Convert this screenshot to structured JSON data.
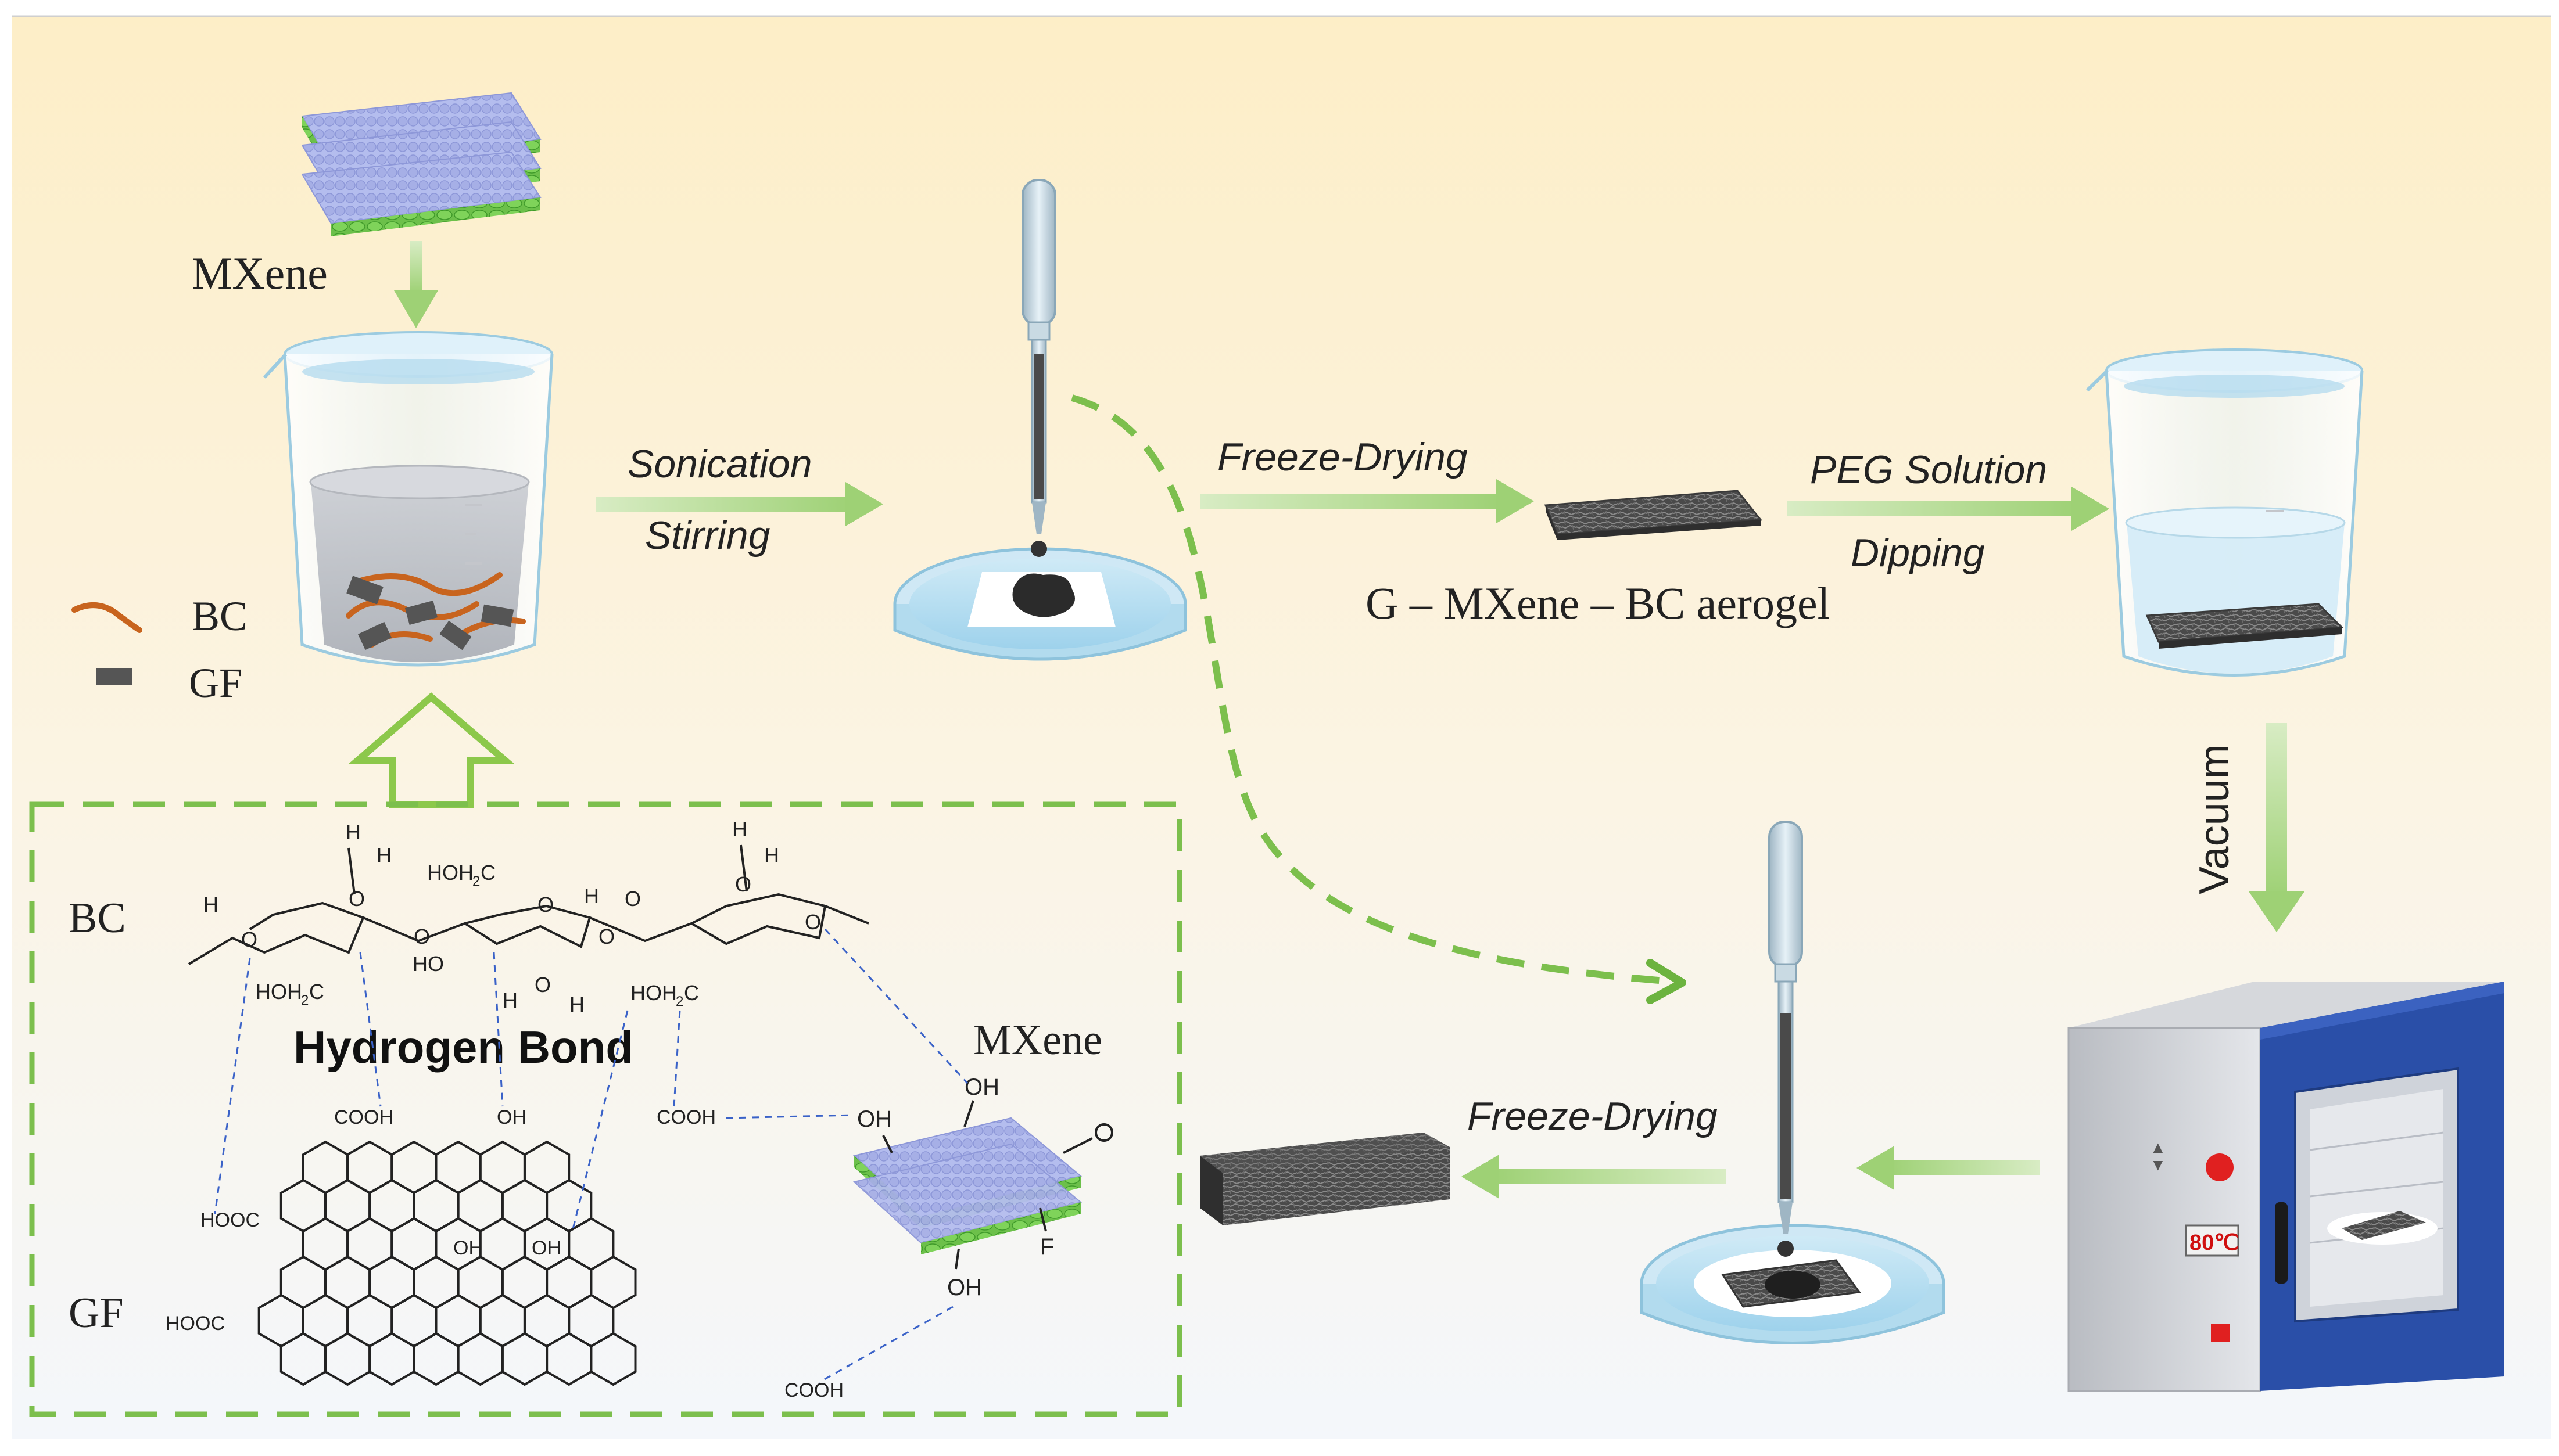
{
  "labels": {
    "mxene_top": "MXene",
    "bc_legend": "BC",
    "gf_legend": "GF",
    "sonication": "Sonication",
    "stirring": "Stirring",
    "freeze_drying_top": "Freeze-Drying",
    "aerogel": "G – MXene – BC aerogel",
    "peg_solution": "PEG Solution",
    "dipping": "Dipping",
    "vacuum": "Vacuum",
    "freeze_drying_bottom": "Freeze-Drying",
    "oven_temp": "80℃"
  },
  "structure": {
    "bc_label": "BC",
    "gf_label": "GF",
    "hydrogen_bond": "Hydrogen  Bond",
    "mxene_label": "MXene",
    "groups": {
      "h": "H",
      "o": "O",
      "hoh2c": "HOH",
      "hoh2c_sub": "2",
      "hoh2c_c": "C",
      "ho": "HO",
      "oh": "OH",
      "cooh": "COOH",
      "hooc": "HOOC",
      "f": "F"
    }
  },
  "colors": {
    "background_top": "#fdeec7",
    "background_bottom": "#f4f7fb",
    "arrow_green": "#9ed175",
    "dashed_green": "#6cb33f",
    "water": "#a9dbf2",
    "bc_fiber": "#c8641e",
    "gf_flake": "#555555",
    "mxene_blue": "#a9b4e8",
    "mxene_green": "#6cc04a",
    "oven_blue": "#2a4fa8",
    "bond_blue": "#3a62c8"
  }
}
